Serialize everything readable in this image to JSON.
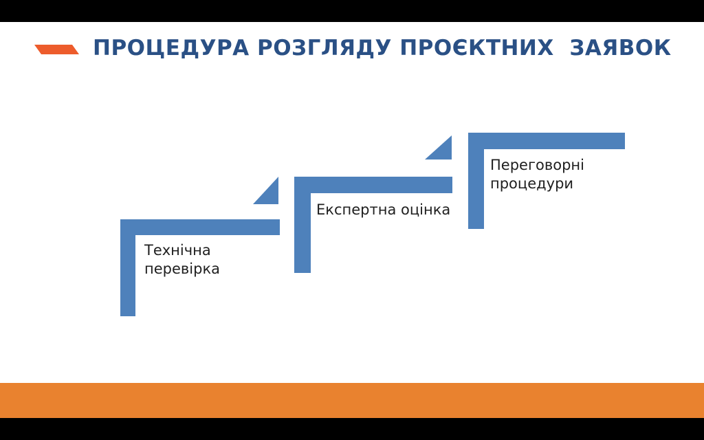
{
  "slide": {
    "title": "ПРОЦЕДУРА РОЗГЛЯДУ ПРОЄКТНИХ  ЗАЯВОК",
    "title_icon": "orange-dash-icon",
    "diagram": {
      "type": "staircase-process",
      "direction": "ascending-left-to-right",
      "steps": [
        {
          "order": 1,
          "label": "Технічна перевірка"
        },
        {
          "order": 2,
          "label": "Експертна оцінка"
        },
        {
          "order": 3,
          "label": "Переговорні процедури"
        }
      ]
    }
  },
  "colors": {
    "step-blue": "#4E81BB",
    "title-blue": "#2A5085",
    "dash-orange": "#ED5C2C",
    "footer-orange": "#E9822F",
    "label-text": "#1F1F1F",
    "slide-bg": "#FFFFFF",
    "letterbox-black": "#000000"
  }
}
